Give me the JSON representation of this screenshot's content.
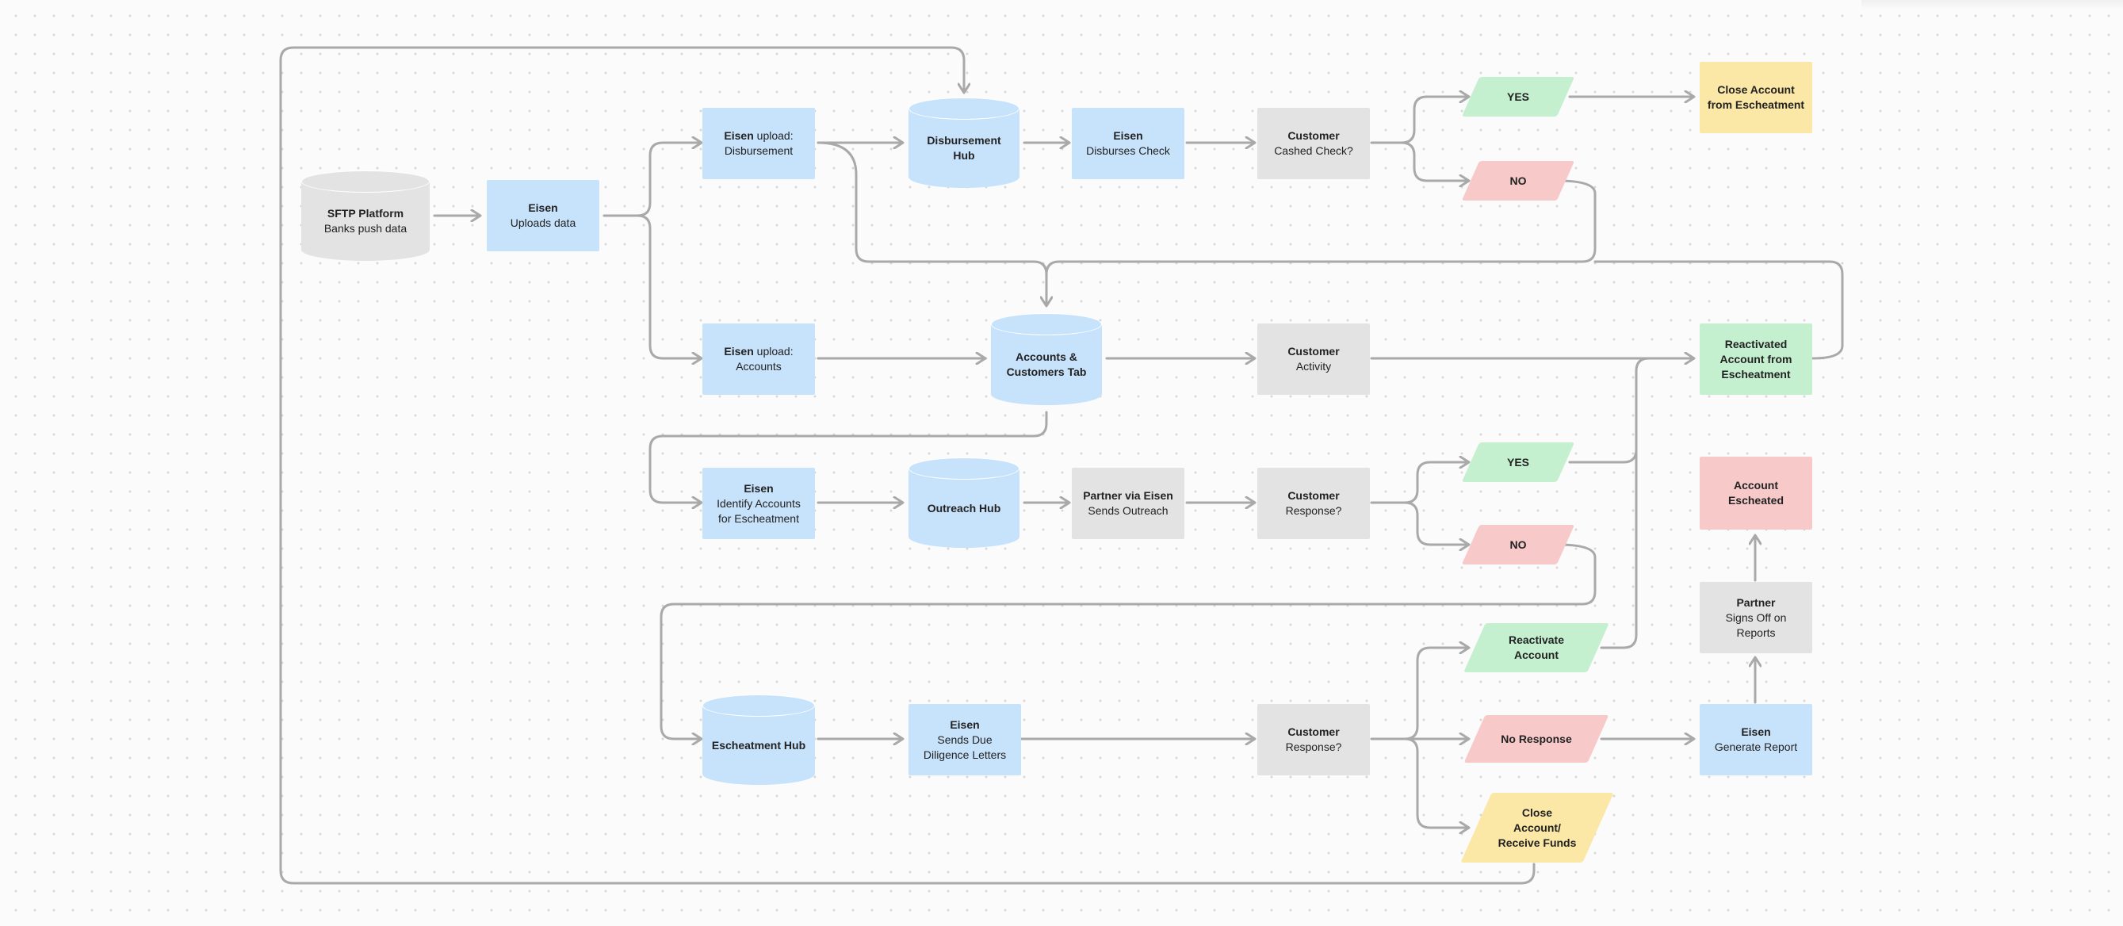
{
  "nodes": {
    "sftp": {
      "bold": "SFTP Platform",
      "text": "Banks push data"
    },
    "uploads": {
      "bold": "Eisen",
      "text": "Uploads data"
    },
    "upload_disb": {
      "bold": "Eisen",
      "bold_suffix": " upload:",
      "text": "Disbursement"
    },
    "upload_acc": {
      "bold": "Eisen",
      "bold_suffix": " upload:",
      "text": "Accounts"
    },
    "disb_hub": {
      "bold": "Disbursement Hub"
    },
    "acc_tab": {
      "bold": "Accounts &",
      "bold2": "Customers Tab"
    },
    "disburses": {
      "bold": "Eisen",
      "text": "Disburses Check"
    },
    "cashed": {
      "bold": "Customer",
      "text": "Cashed Check?"
    },
    "yes1": {
      "bold": "YES"
    },
    "no1": {
      "bold": "NO"
    },
    "close_esch": {
      "bold": "Close Account",
      "bold2": "from Escheatment"
    },
    "activity": {
      "bold": "Customer",
      "text": "Activity"
    },
    "reactivated": {
      "bold": "Reactivated",
      "bold2": "Account from",
      "bold3": "Escheatment"
    },
    "identify": {
      "bold": "Eisen",
      "text": "Identify Accounts",
      "text2": "for Escheatment"
    },
    "outreach_hub": {
      "bold": "Outreach Hub"
    },
    "partner_out": {
      "bold": "Partner via Eisen",
      "text": "Sends Outreach"
    },
    "response1": {
      "bold": "Customer",
      "text": "Response?"
    },
    "yes2": {
      "bold": "YES"
    },
    "no2": {
      "bold": "NO"
    },
    "escheated": {
      "bold": "Account",
      "bold2": "Escheated"
    },
    "partner_sign": {
      "bold": "Partner",
      "text": "Signs Off on",
      "text2": "Reports"
    },
    "esch_hub": {
      "bold": "Escheatment Hub"
    },
    "due_dil": {
      "bold": "Eisen",
      "text": "Sends Due",
      "text2": "Diligence Letters"
    },
    "response2": {
      "bold": "Customer",
      "text": "Response?"
    },
    "reactivate": {
      "bold": "Reactivate",
      "bold2": "Account"
    },
    "no_response": {
      "bold": "No Response"
    },
    "close_funds": {
      "bold": "Close",
      "bold2": "Account/",
      "bold3": "Receive Funds"
    },
    "gen_report": {
      "bold": "Eisen",
      "text": "Generate Report"
    }
  },
  "colors": {
    "blue": "#c7e2fb",
    "gray": "#e3e3e3",
    "green": "#c4f0d0",
    "red": "#f8c9c9",
    "yellow": "#fbe7a6",
    "edge": "#a9a9a9"
  }
}
